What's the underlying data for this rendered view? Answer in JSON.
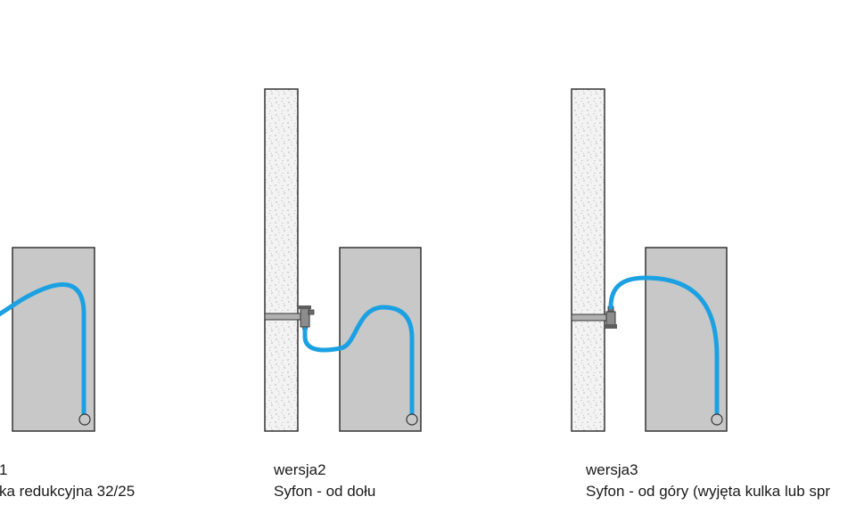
{
  "colors": {
    "pipe": "#1ba1e2",
    "tank": "#c8c8c8",
    "outline": "#333333",
    "wall": "#f2f2f2",
    "background": "#ffffff"
  },
  "versions": [
    {
      "label": "1",
      "description": "ka redukcyjna 32/25"
    },
    {
      "label": "wersja2",
      "description": "Syfon - od dołu"
    },
    {
      "label": "wersja3",
      "description": "Syfon - od góry (wyjęta kulka lub spr"
    }
  ]
}
